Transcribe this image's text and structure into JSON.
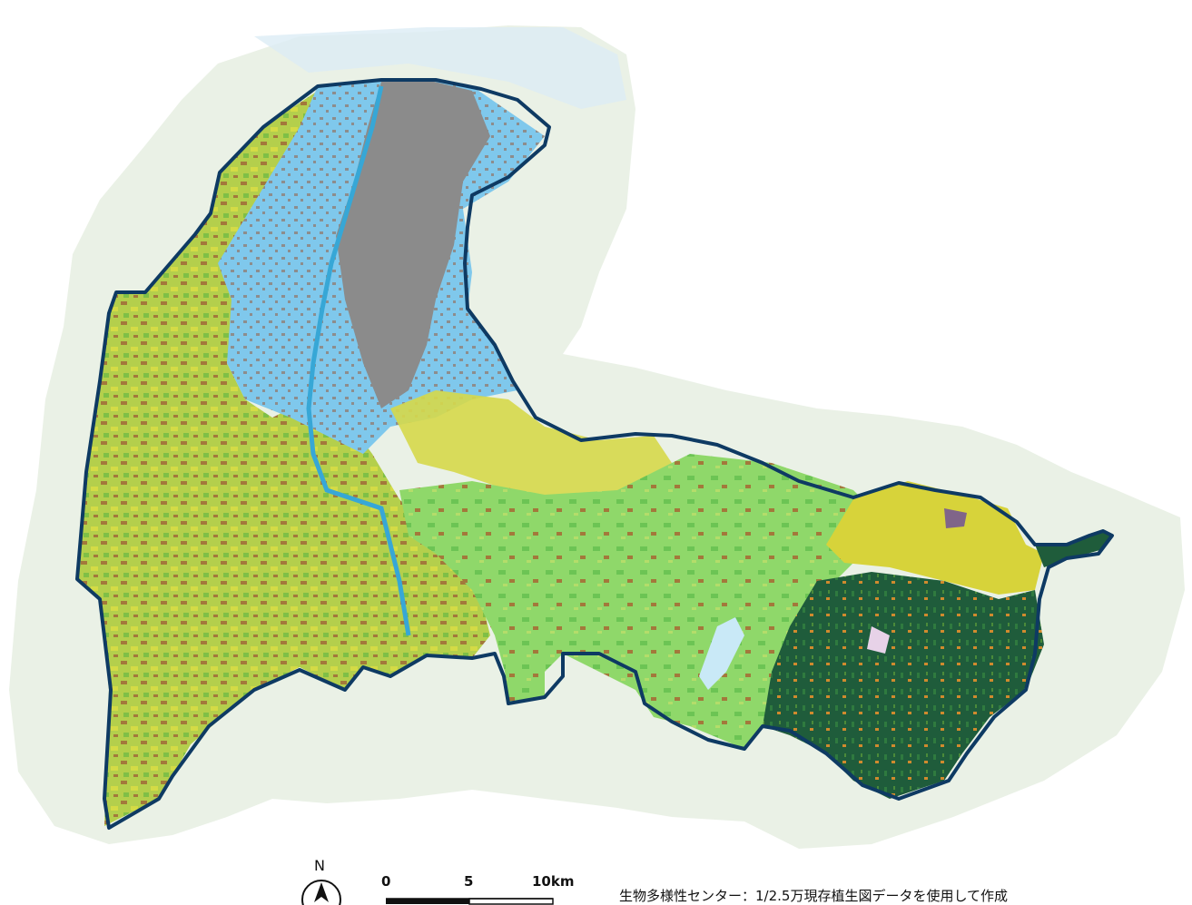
{
  "map": {
    "colors": {
      "urban": "#8b8b8b",
      "paddy": "#7fc8ec",
      "farmland": "#d4db45",
      "secondary_forest": "#a3783b",
      "grassland": "#8fd86a",
      "conifer_forest": "#1e5b3a",
      "alpine": "#6a4a9e",
      "bare_ground": "#e7d2e8",
      "lake": "#c9e9f7",
      "boundary": "#0e3a63",
      "buffer_fade": "#eef3ea"
    },
    "icons": [
      "north-arrow-icon"
    ]
  },
  "legend": {
    "north": "N",
    "scale": {
      "tick0": "0",
      "tick1": "5",
      "tick2": "10km"
    },
    "credit": "生物多様性センター：1/2.5万現存植生図データを使用して作成"
  }
}
